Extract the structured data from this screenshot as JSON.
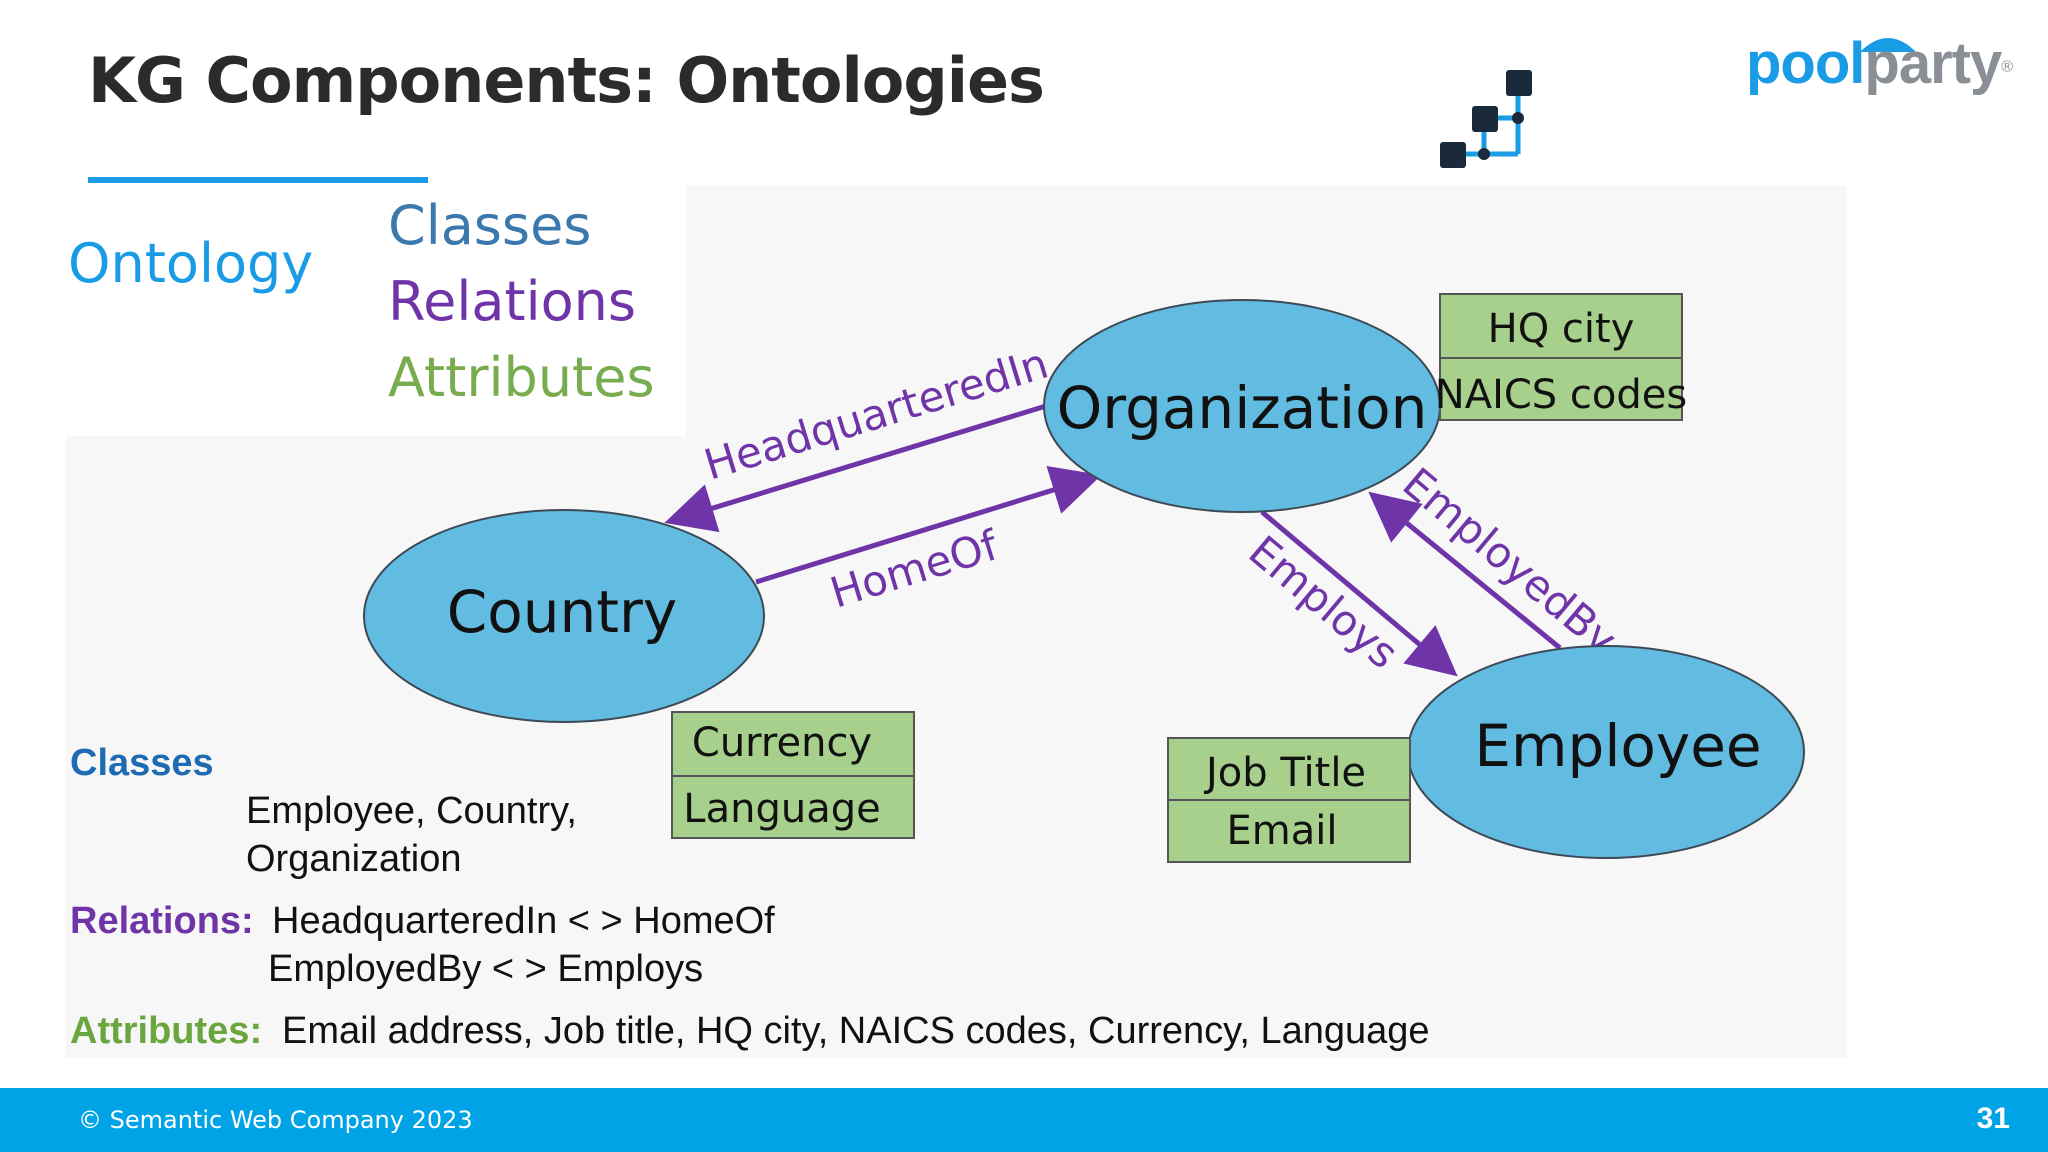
{
  "slide": {
    "title": "KG Components: Ontologies",
    "logo_pool": "pool",
    "logo_party": "party",
    "logo_reg": "®"
  },
  "legend": {
    "ontology": "Ontology",
    "classes": "Classes",
    "relations": "Relations",
    "attributes": "Attributes"
  },
  "diagram": {
    "nodes": {
      "organization": "Organization",
      "country": "Country",
      "employee": "Employee"
    },
    "relations": {
      "headquartered_in": "HeadquarteredIn",
      "home_of": "HomeOf",
      "employs": "Employs",
      "employed_by": "EmployedBy"
    },
    "attributes": {
      "organization": [
        "HQ city",
        "NAICS codes"
      ],
      "country": [
        "Currency",
        "Language"
      ],
      "employee": [
        "Job Title",
        "Email"
      ]
    }
  },
  "summary": {
    "classes_heading": "Classes",
    "classes_line1": "Employee, Country,",
    "classes_line2": "Organization",
    "relations_heading": "Relations:",
    "relations_line1": "HeadquarteredIn < > HomeOf",
    "relations_line2": "EmployedBy < > Employs",
    "attributes_heading": "Attributes:",
    "attributes_line": "Email address, Job title, HQ city, NAICS codes, Currency, Language"
  },
  "footer": {
    "copyright": "© Semantic Web Company 2023",
    "page_number": "31"
  },
  "colors": {
    "brand_blue": "#1a9be6",
    "footer_blue": "#00a3e6",
    "node_fill": "#62bbe0",
    "relation_purple": "#6f35a8",
    "attribute_green": "#a8d08d"
  }
}
